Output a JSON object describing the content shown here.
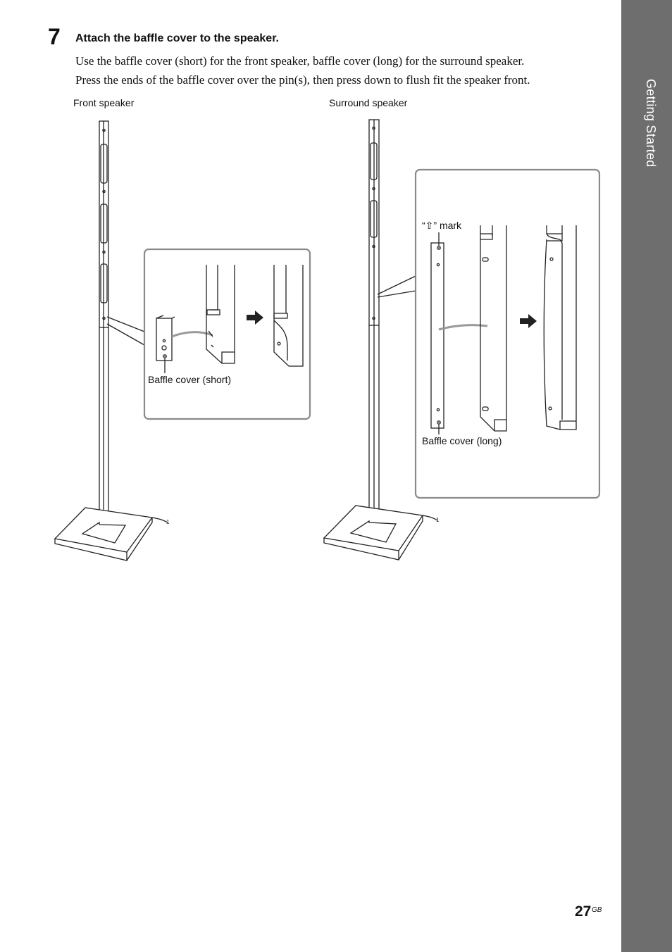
{
  "side_tab": {
    "label": "Getting Started"
  },
  "step": {
    "number": "7",
    "title": "Attach the baffle cover to the speaker.",
    "body_lines": [
      "Use the baffle cover (short) for the front speaker, baffle cover (long) for the surround speaker.",
      "Press the ends of the baffle cover over the pin(s), then press down to flush fit the speaker front."
    ]
  },
  "figure": {
    "front_speaker_label": "Front speaker",
    "surround_speaker_label": "Surround speaker",
    "baffle_short_label": "Baffle cover (short)",
    "baffle_long_label": "Baffle cover (long)",
    "mark_label": "“⇧” mark"
  },
  "page": {
    "number": "27",
    "suffix": "GB"
  }
}
